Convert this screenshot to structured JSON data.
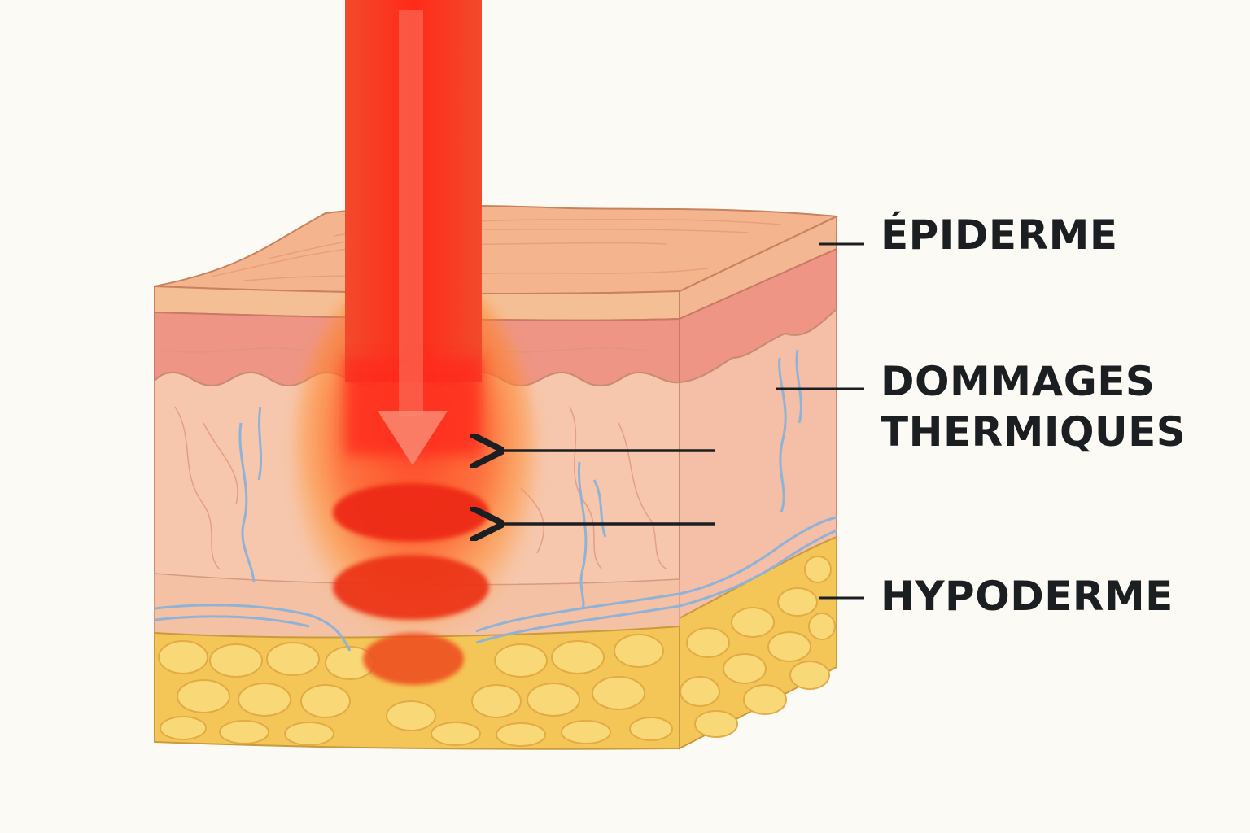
{
  "labels": {
    "epiderme": "ÉPIDERME",
    "dommages_line1": "DOMMAGES",
    "dommages_line2": "THERMIQUES",
    "hypoderme": "HYPODERME"
  },
  "colors": {
    "background": "#fcfaf4",
    "laser_beam": "#f5321e",
    "epidermis": "#f4b48e",
    "dermis": "#f6c4a8",
    "hypodermis_fat": "#f6cf5e",
    "vessels": "#8fb3d6",
    "label_text": "#1c1f22"
  }
}
